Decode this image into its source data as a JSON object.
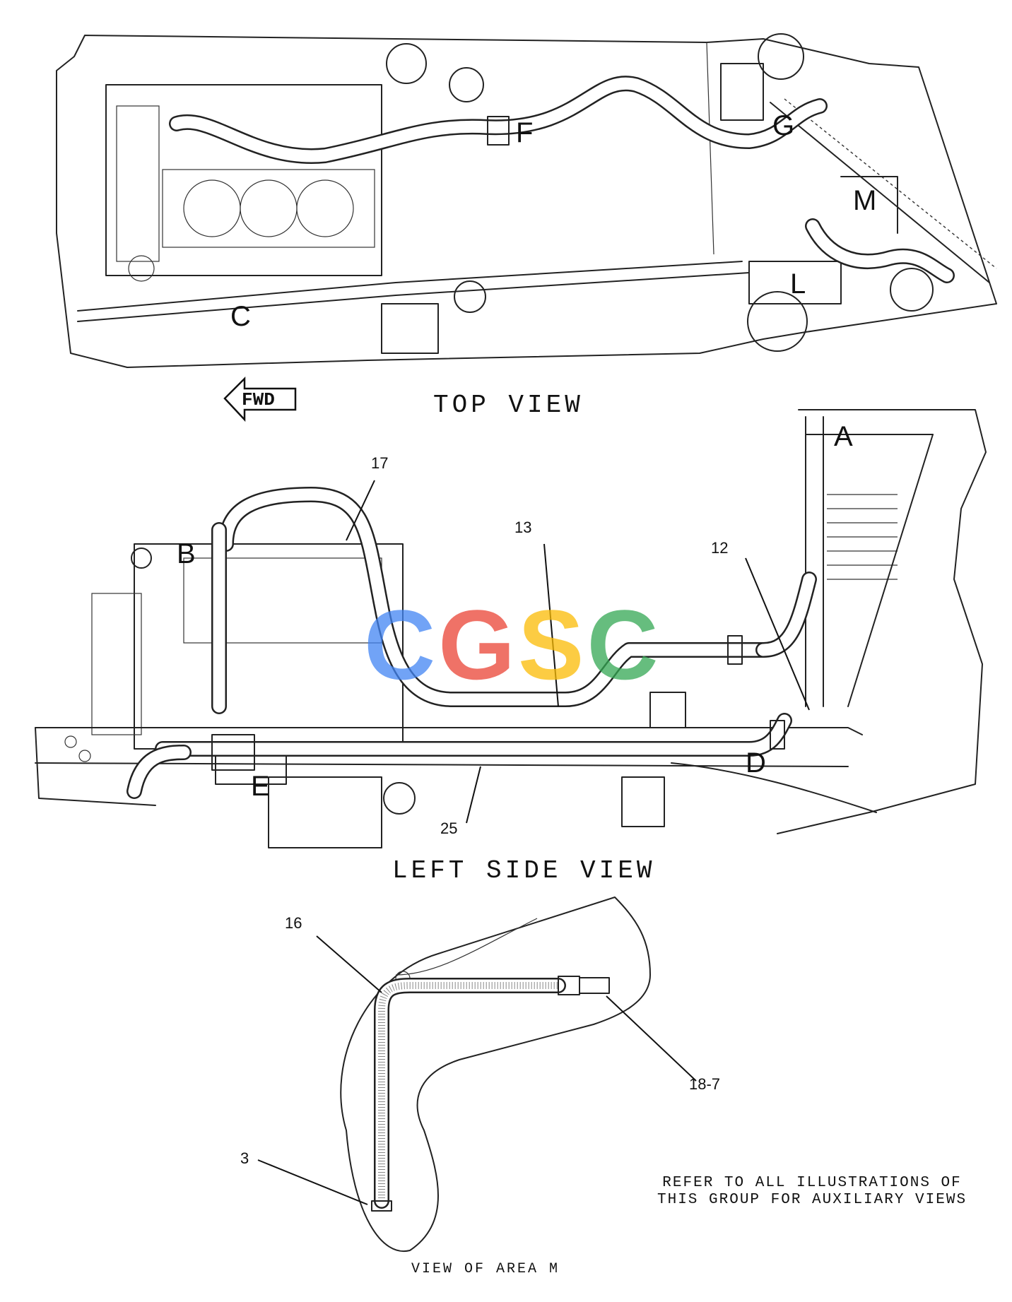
{
  "views": {
    "top_title": "TOP VIEW",
    "side_title": "LEFT SIDE VIEW",
    "detail_title": "VIEW OF AREA M"
  },
  "direction_arrow": "FWD",
  "note": {
    "line1": "REFER TO ALL ILLUSTRATIONS OF",
    "line2": "THIS GROUP FOR AUXILIARY VIEWS"
  },
  "top_view_letters": {
    "f": "F",
    "g": "G",
    "m": "M",
    "l": "L",
    "c": "C"
  },
  "side_view_letters": {
    "a": "A",
    "b": "B",
    "d": "D",
    "e": "E"
  },
  "callouts": {
    "c17": "17",
    "c13": "13",
    "c12": "12",
    "c25": "25",
    "c16": "16",
    "c18_7": "18-7",
    "c3": "3"
  },
  "watermark": {
    "letters": [
      "C",
      "G",
      "S",
      "C"
    ],
    "colors": [
      "#4285F4",
      "#EA4335",
      "#FBBC05",
      "#34A853"
    ]
  }
}
